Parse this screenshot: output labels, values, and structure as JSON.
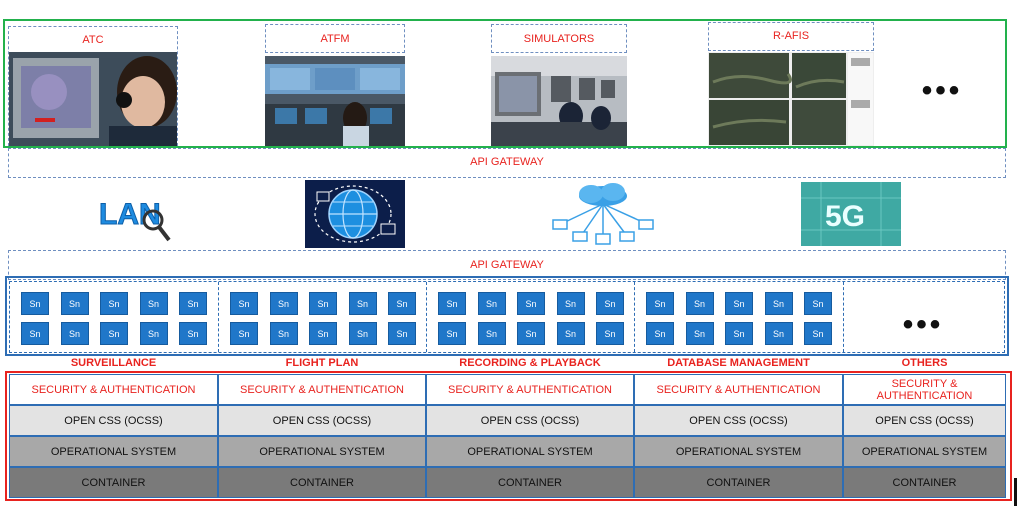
{
  "apps": [
    {
      "label": "ATC",
      "image": "atc-controller-image"
    },
    {
      "label": "ATFM",
      "image": "atfm-control-room-image"
    },
    {
      "label": "SIMULATORS",
      "image": "simulators-room-image"
    },
    {
      "label": "R-AFIS",
      "image": "r-afis-cameras-image"
    }
  ],
  "more": "•••",
  "gateway_top": "API GATEWAY",
  "gateway_mid": "API GATEWAY",
  "network_icons": [
    "lan-icon",
    "globe-network-icon",
    "cloud-network-icon",
    "5g-icon"
  ],
  "lan_text": "LAN",
  "fiveg_text": "5G",
  "sn_label": "Sn",
  "columns": [
    {
      "name": "SURVEILLANCE"
    },
    {
      "name": "FLIGHT PLAN"
    },
    {
      "name": "RECORDING & PLAYBACK"
    },
    {
      "name": "DATABASE MANAGEMENT"
    },
    {
      "name": "OTHERS"
    }
  ],
  "security": [
    "SECURITY & AUTHENTICATION",
    "SECURITY & AUTHENTICATION",
    "SECURITY & AUTHENTICATION",
    "SECURITY & AUTHENTICATION",
    "SECURITY & AUTHENTICATION"
  ],
  "ocss": "OPEN CSS (OCSS)",
  "os": "OPERATIONAL SYSTEM",
  "container": "CONTAINER",
  "colors": {
    "red": "#e8231f",
    "green": "#22b14c",
    "blue": "#2e6db4",
    "sn": "#2077c9",
    "ocss_bg": "#e3e3e3",
    "os_bg": "#a8a8a8",
    "container_bg": "#7a7a7a"
  }
}
